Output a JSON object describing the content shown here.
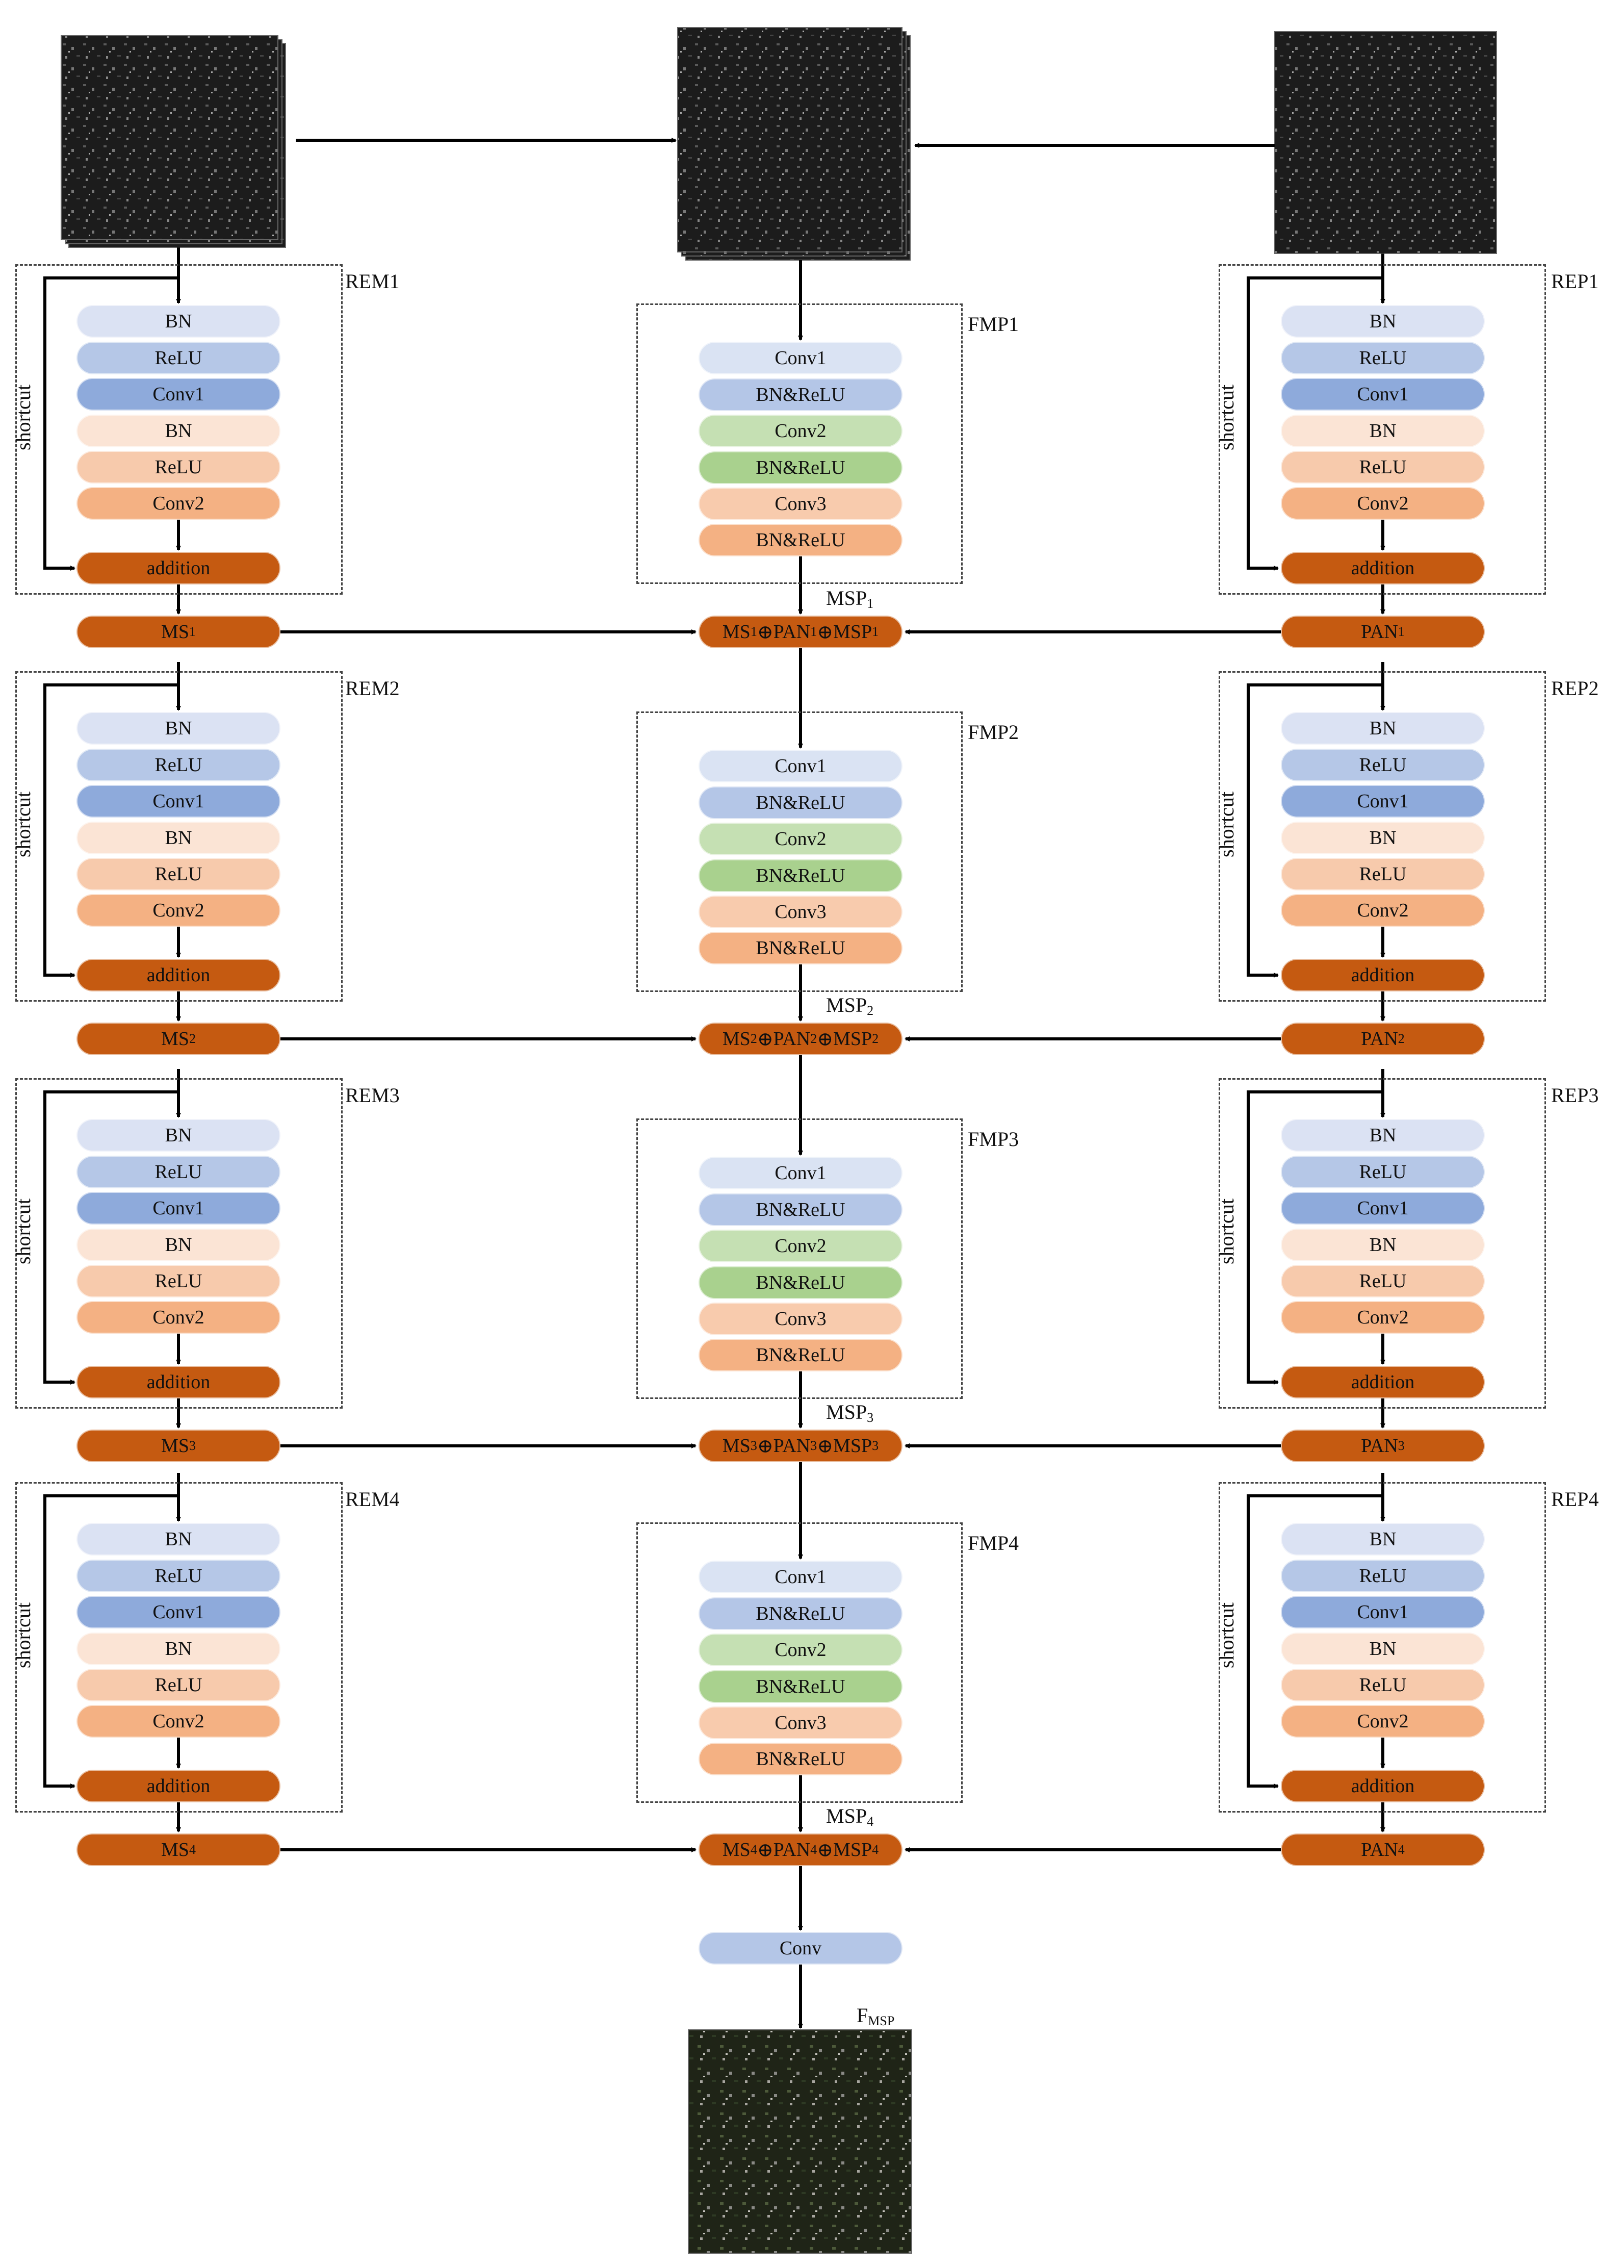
{
  "colors": {
    "bn_blue": "#dbe2f3",
    "relu_blue": "#b5c7e7",
    "conv1_blue": "#8eaadb",
    "bn_peach": "#fbe4d5",
    "relu_peach": "#f7caac",
    "conv2_orange": "#f4b183",
    "addition_orange": "#c55a11",
    "fmp_conv2_green": "#c5e0b3",
    "fmp_bnrelu_green": "#a9d18e"
  },
  "rem_modules": [
    {
      "label": "REM1",
      "shortcut": "shortcut",
      "layers": [
        "BN",
        "ReLU",
        "Conv1",
        "BN",
        "ReLU",
        "Conv2"
      ],
      "addition": "addition",
      "output": "MS",
      "output_sub": "1"
    },
    {
      "label": "REM2",
      "shortcut": "shortcut",
      "layers": [
        "BN",
        "ReLU",
        "Conv1",
        "BN",
        "ReLU",
        "Conv2"
      ],
      "addition": "addition",
      "output": "MS",
      "output_sub": "2"
    },
    {
      "label": "REM3",
      "shortcut": "shortcut",
      "layers": [
        "BN",
        "ReLU",
        "Conv1",
        "BN",
        "ReLU",
        "Conv2"
      ],
      "addition": "addition",
      "output": "MS",
      "output_sub": "3"
    },
    {
      "label": "REM4",
      "shortcut": "shortcut",
      "layers": [
        "BN",
        "ReLU",
        "Conv1",
        "BN",
        "ReLU",
        "Conv2"
      ],
      "addition": "addition",
      "output": "MS",
      "output_sub": "4"
    }
  ],
  "rep_modules": [
    {
      "label": "REP1",
      "shortcut": "shortcut",
      "layers": [
        "BN",
        "ReLU",
        "Conv1",
        "BN",
        "ReLU",
        "Conv2"
      ],
      "addition": "addition",
      "output": "PAN",
      "output_sub": "1"
    },
    {
      "label": "REP2",
      "shortcut": "shortcut",
      "layers": [
        "BN",
        "ReLU",
        "Conv1",
        "BN",
        "ReLU",
        "Conv2"
      ],
      "addition": "addition",
      "output": "PAN",
      "output_sub": "2"
    },
    {
      "label": "REP3",
      "shortcut": "shortcut",
      "layers": [
        "BN",
        "ReLU",
        "Conv1",
        "BN",
        "ReLU",
        "Conv2"
      ],
      "addition": "addition",
      "output": "PAN",
      "output_sub": "3"
    },
    {
      "label": "REP4",
      "shortcut": "shortcut",
      "layers": [
        "BN",
        "ReLU",
        "Conv1",
        "BN",
        "ReLU",
        "Conv2"
      ],
      "addition": "addition",
      "output": "PAN",
      "output_sub": "4"
    }
  ],
  "fmp_modules": [
    {
      "label": "FMP1",
      "layers": [
        "Conv1",
        "BN&ReLU",
        "Conv2",
        "BN&ReLU",
        "Conv3",
        "BN&ReLU"
      ],
      "msp": "MSP",
      "msp_sub": "1"
    },
    {
      "label": "FMP2",
      "layers": [
        "Conv1",
        "BN&ReLU",
        "Conv2",
        "BN&ReLU",
        "Conv3",
        "BN&ReLU"
      ],
      "msp": "MSP",
      "msp_sub": "2"
    },
    {
      "label": "FMP3",
      "layers": [
        "Conv1",
        "BN&ReLU",
        "Conv2",
        "BN&ReLU",
        "Conv3",
        "BN&ReLU"
      ],
      "msp": "MSP",
      "msp_sub": "3"
    },
    {
      "label": "FMP4",
      "layers": [
        "Conv1",
        "BN&ReLU",
        "Conv2",
        "BN&ReLU",
        "Conv3",
        "BN&ReLU"
      ],
      "msp": "MSP",
      "msp_sub": "4"
    }
  ],
  "fusion": [
    "1",
    "2",
    "3",
    "4"
  ],
  "fusion_op": "⊕",
  "final_conv": "Conv",
  "output_label": "F",
  "output_sub": "MSP"
}
